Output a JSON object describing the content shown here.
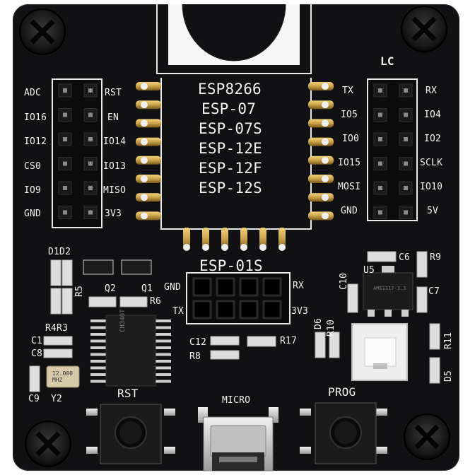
{
  "module_labels": [
    "ESP8266",
    "ESP-07",
    "ESP-07S",
    "ESP-12E",
    "ESP-12F",
    "ESP-12S"
  ],
  "esp01_label": "ESP-01S",
  "logo": "LC",
  "left_header": {
    "outer": [
      "ADC",
      "IO16",
      "IO12",
      "CS0",
      "IO9",
      "GND"
    ],
    "inner": [
      "RST",
      "EN",
      "IO14",
      "IO13",
      "MISO",
      "3V3"
    ]
  },
  "right_header": {
    "inner": [
      "TX",
      "IO5",
      "IO0",
      "IO15",
      "MOSI",
      "GND"
    ],
    "outer": [
      "RX",
      "IO4",
      "IO2",
      "SCLK",
      "IO10",
      "5V"
    ]
  },
  "esp01_pins": {
    "gnd": "GND",
    "rx": "RX",
    "tx": "TX",
    "v33": "3V3"
  },
  "components": {
    "d1d2": "D1D2",
    "q2": "Q2",
    "q1": "Q1",
    "r5": "R5",
    "r6": "R6",
    "r4r3": "R4R3",
    "c1": "C1",
    "c8": "C8",
    "c9": "C9",
    "y2": "Y2",
    "crystal": "12.000\nMHZ",
    "c12": "C12",
    "r8": "R8",
    "r17": "R17",
    "c6": "C6",
    "r9": "R9",
    "c10": "C10",
    "u5": "U5",
    "c7": "C7",
    "d6": "D6",
    "r10": "R10",
    "r11": "R11",
    "d5": "D5"
  },
  "chip_markings": {
    "ch340": "CH340T",
    "ldo": "AMS1117-3.3"
  },
  "buttons": {
    "rst": "RST",
    "prog": "PROG"
  },
  "usb_label": "MICRO",
  "colors": {
    "board": "#111113",
    "silkscreen": "#f2f2f2",
    "gold_pin": "#c9a24a",
    "header": "#141414",
    "button_body": "#202020",
    "metal": "#c8c8c8"
  }
}
